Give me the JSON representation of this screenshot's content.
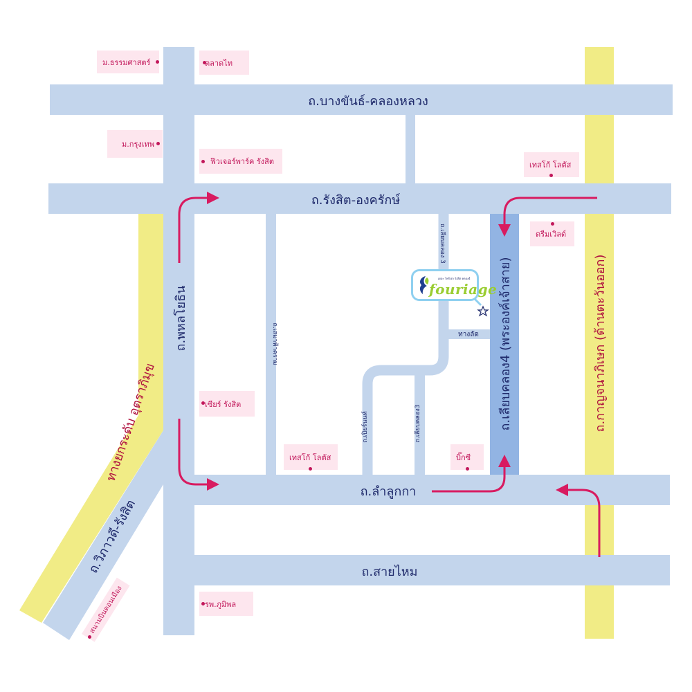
{
  "roads": {
    "bangkhan": "ถ.บางขันธ์-คลองหลวง",
    "rangsit_ongkharak": "ถ.รังสิต-องครักษ์",
    "phahonyothin": "ถ.พหลโยธิน",
    "lamlukka": "ถ.ลำลูกกา",
    "saimai": "ถ.สายไหม",
    "liap_khlong4": "ถ.เลียบคลอง4 (พระองค์เจ้าสาย)",
    "kanchanaphisek": "ถ.กาญจนาภิเษก (ด้านตะวันออก)",
    "expressway": "ทางยกระดับ อุตราภิมุข",
    "vibhavadi": "ถ.วิภาวดี-รังสิต",
    "samakkhitham": "ถ.เสมาฟ้าคราม",
    "liap_khlong3_upper": "ถ.เลียบคลอง 3",
    "liap_khlong3_lower": "ถ.เลียบคลอง3",
    "pichaiyanon": "ถ.เปิยร์นนท์",
    "shortcut": "ทางลัด"
  },
  "pois": {
    "thammasat": "ม.ธรรมศาสตร์",
    "talad_thai": "ตลาดไท",
    "bangkok_univ": "ม.กรุงเทพ",
    "future_park": "ฟิวเจอร์พาร์ค รังสิต",
    "tesco_ne": "เทสโก้ โลตัส",
    "dream_world": "ดรีมเวิลด์",
    "zeer": "เซียร์ รังสิต",
    "tesco_sw": "เทสโก้ โลตัส",
    "bigc": "บิ๊กซี",
    "bhumibol": "รพ.ภูมิพล",
    "don_mueang": "สนามบินดอนเมือง"
  },
  "logo": {
    "small_text": "เดอะ โฟร์เรจ รังสิต คลอง4",
    "brand": "fouriage"
  },
  "colors": {
    "road": "#c3d5ec",
    "highlight_road": "#92b4e3",
    "highway": "#f1ec86",
    "label": "#1f2a6b",
    "highway_label": "#b0123f",
    "arrow": "#d81b60",
    "poi_bg": "#fde6ee",
    "poi_text": "#c2185b"
  }
}
